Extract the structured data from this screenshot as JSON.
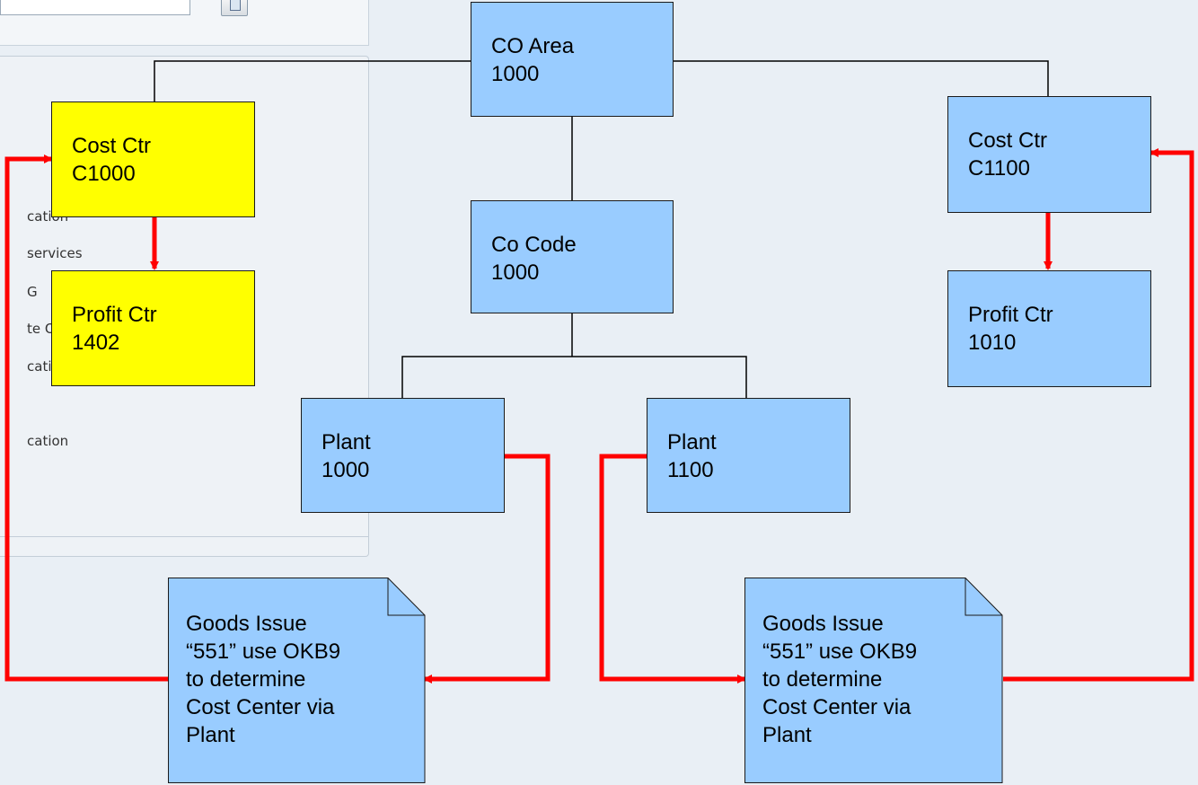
{
  "background": {
    "fragments": [
      "cation",
      "services",
      "G",
      "te Oth",
      "cation",
      "cation"
    ]
  },
  "nodes": {
    "co_area": {
      "line1": "CO Area",
      "line2": "1000"
    },
    "co_code": {
      "line1": "Co Code",
      "line2": "1000"
    },
    "plant_1000": {
      "line1": "Plant",
      "line2": "1000"
    },
    "plant_1100": {
      "line1": "Plant",
      "line2": "1100"
    },
    "cost_ctr_c1000": {
      "line1": "Cost Ctr",
      "line2": "C1000"
    },
    "profit_ctr_1402": {
      "line1": "Profit Ctr",
      "line2": "1402"
    },
    "cost_ctr_c1100": {
      "line1": "Cost Ctr",
      "line2": "C1100"
    },
    "profit_ctr_1010": {
      "line1": "Profit Ctr",
      "line2": "1010"
    }
  },
  "documents": {
    "left": [
      "Goods Issue",
      "“551” use OKB9",
      "to determine",
      "Cost Center via",
      "Plant"
    ],
    "right": [
      "Goods Issue",
      "“551” use OKB9",
      "to determine",
      "Cost Center via",
      "Plant"
    ]
  },
  "colors": {
    "node_blue": "#99ccff",
    "node_yellow": "#ffff00",
    "arrow_red": "#ff0000",
    "background": "#e9eff5"
  }
}
